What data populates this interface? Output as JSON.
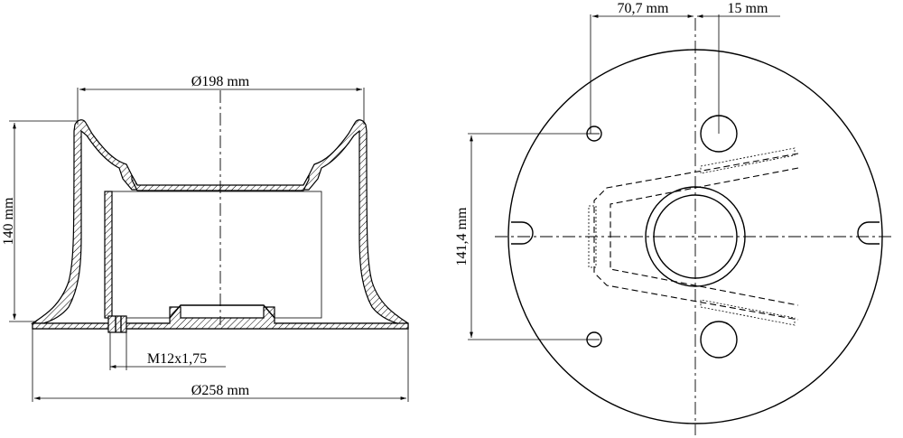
{
  "labels": {
    "dia_top": "Ø198 mm",
    "dia_base": "Ø258 mm",
    "height": "140 mm",
    "thread": "M12x1,75",
    "offset_x": "70,7 mm",
    "offset_small": "15 mm",
    "hole_spacing": "141,4 mm"
  }
}
